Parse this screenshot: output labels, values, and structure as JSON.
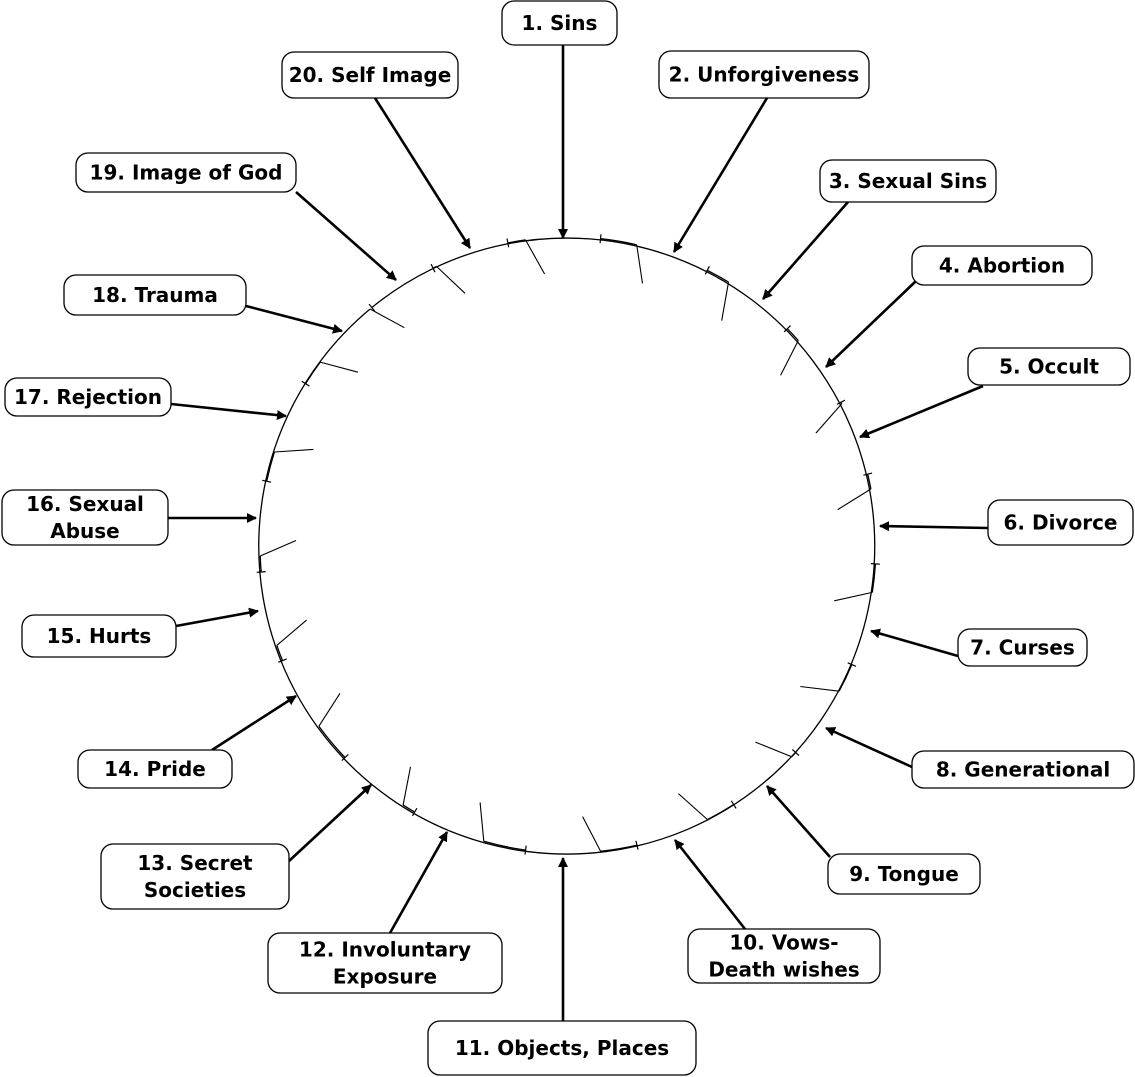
{
  "diagram": {
    "colors": {
      "stroke": "#000000",
      "box_fill": "#ffffff",
      "text": "#000000"
    },
    "items": [
      {
        "lines": [
          "1. Sins"
        ]
      },
      {
        "lines": [
          "2. Unforgiveness"
        ]
      },
      {
        "lines": [
          "3. Sexual Sins"
        ]
      },
      {
        "lines": [
          "4. Abortion"
        ]
      },
      {
        "lines": [
          "5. Occult"
        ]
      },
      {
        "lines": [
          "6. Divorce"
        ]
      },
      {
        "lines": [
          "7. Curses"
        ]
      },
      {
        "lines": [
          "8. Generational"
        ]
      },
      {
        "lines": [
          "9. Tongue"
        ]
      },
      {
        "lines": [
          "10. Vows-",
          "Death wishes"
        ]
      },
      {
        "lines": [
          "11. Objects, Places"
        ]
      },
      {
        "lines": [
          "12. Involuntary",
          "Exposure"
        ]
      },
      {
        "lines": [
          "13. Secret",
          "Societies"
        ]
      },
      {
        "lines": [
          "14. Pride"
        ]
      },
      {
        "lines": [
          "15. Hurts"
        ]
      },
      {
        "lines": [
          "16. Sexual",
          "Abuse"
        ]
      },
      {
        "lines": [
          "17. Rejection"
        ]
      },
      {
        "lines": [
          "18. Trauma"
        ]
      },
      {
        "lines": [
          "19. Image of God"
        ]
      },
      {
        "lines": [
          "20. Self Image"
        ]
      }
    ]
  }
}
